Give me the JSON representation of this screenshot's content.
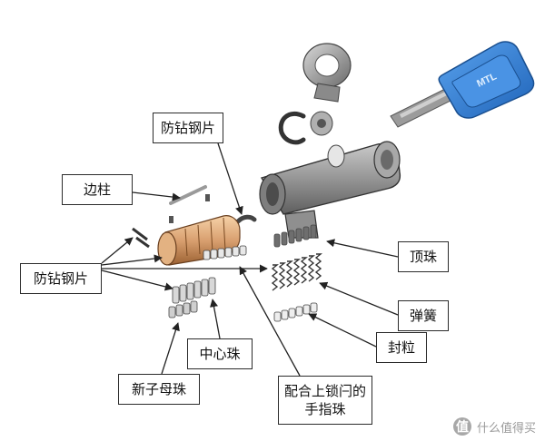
{
  "labels": {
    "anti_drill_top": "防钻钢片",
    "side_bar": "边柱",
    "anti_drill_left": "防钻钢片",
    "top_pins": "顶珠",
    "springs": "弹簧",
    "seal": "封粒",
    "center_pins": "中心珠",
    "new_mother_pins": "新子母珠",
    "finger_pins_line1": "配合上锁闩的",
    "finger_pins_line2": "手指珠"
  },
  "key": {
    "brand": "MTL"
  },
  "watermark": {
    "badge": "值",
    "text": "什么值得买"
  },
  "colors": {
    "key_blue": "#2f7fd6",
    "core_copper": "#d9a070",
    "body_gray": "#8e8e8e"
  }
}
